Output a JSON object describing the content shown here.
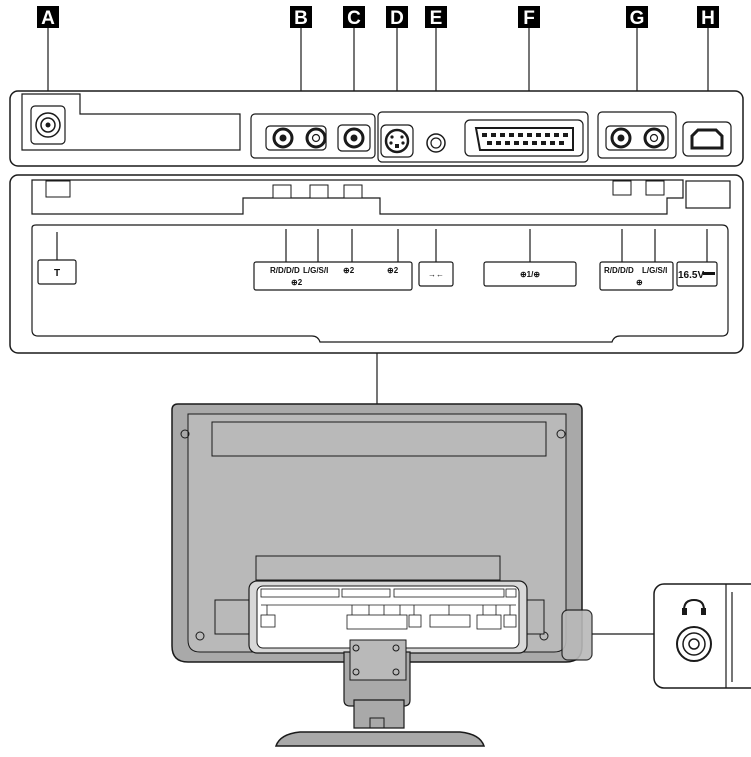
{
  "letters": [
    "A",
    "B",
    "C",
    "D",
    "E",
    "F",
    "G",
    "H"
  ],
  "panel_labels": {
    "antenna": "T",
    "comp1": "R/D/D/D",
    "comp2": "L/G/S/I",
    "group1": "⊕2",
    "video_in": "⊕2",
    "svideo": "⊕2",
    "ilink": "→←",
    "scart": "⊕1/⊕",
    "out1": "R/D/D/D",
    "out2": "L/G/S/I",
    "out_sym": "⊕",
    "power": "16.5V"
  },
  "colors": {
    "line": "#1a1a1a",
    "panel_fill": "#ffffff",
    "tv_fill": "#a9a9a9",
    "tv_inner": "#b9b9b9",
    "label_bg": "#000000"
  }
}
